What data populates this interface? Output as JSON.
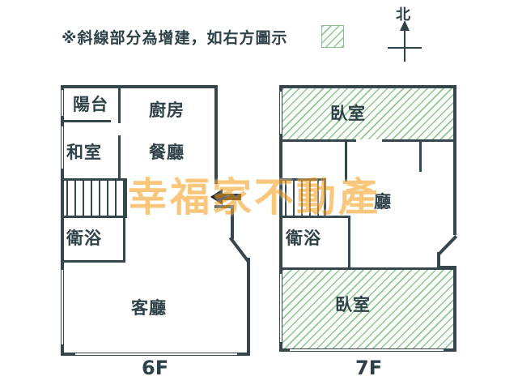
{
  "page": {
    "note_text": "※斜線部分為增建，如右方圖示",
    "compass_label": "北",
    "watermark_text": "幸福家不動產"
  },
  "floor6": {
    "label": "6F",
    "rooms": {
      "balcony": "陽台",
      "kitchen": "廚房",
      "japanese_room": "和室",
      "dining": "餐廳",
      "bathroom": "衛浴",
      "living": "客廳"
    }
  },
  "floor7": {
    "label": "7F",
    "rooms": {
      "bedroom_top": "臥室",
      "hall": "廳",
      "bathroom": "衛浴",
      "bedroom_bottom": "臥室"
    }
  },
  "colors": {
    "wall": "#35464d",
    "hatch": "#93c593",
    "watermark": "#f6a52c",
    "arrow": "#101010"
  }
}
